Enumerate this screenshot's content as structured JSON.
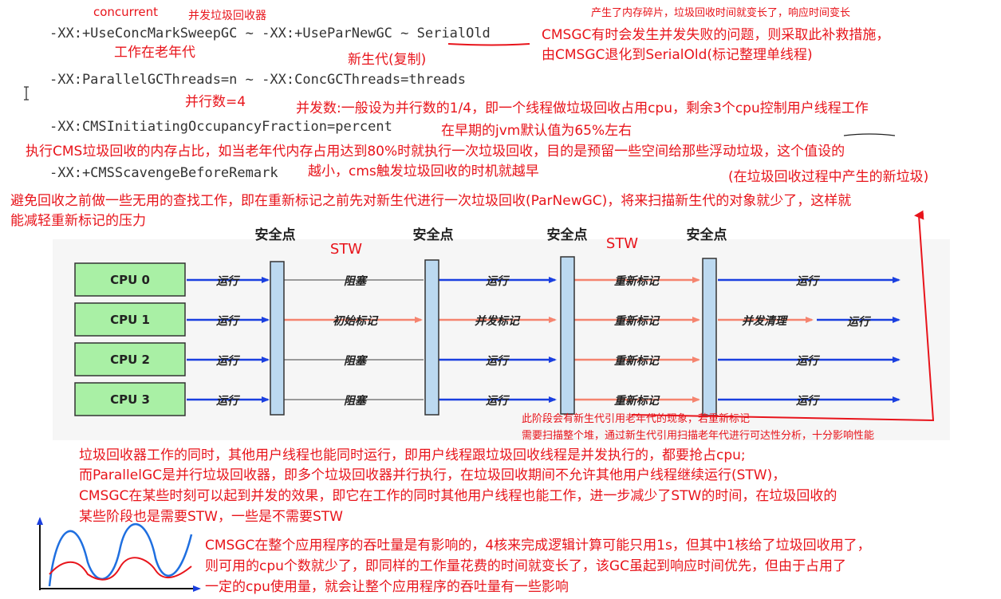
{
  "lines": {
    "l1_a": "-XX:+UseConcMarkSweepGC",
    "l1_sep1": "~",
    "l1_b": "-XX:+UseParNewGC",
    "l1_sep2": "~",
    "l1_c": "SerialOld",
    "l2_a": "-XX:ParallelGCThreads=n",
    "l2_sep": "~",
    "l2_b": "-XX:ConcGCThreads=threads",
    "l3": "-XX:CMSInitiatingOccupancyFraction=percent",
    "l4": "-XX:+CMSScavengeBeforeRemark"
  },
  "notes": {
    "concurrent": "concurrent",
    "concurrent_collector": "并发垃圾回收器",
    "old_gen": "工作在老年代",
    "young_gen": "新生代(复制)",
    "fragment": "产生了内存碎片，垃圾回收时间就变长了，响应时间变长",
    "fallback_1": "CMSGC有时会发生并发失败的问题，则采取此补救措施，",
    "fallback_2": "由CMSGC退化到SerialOld(标记整理单线程)",
    "parallel4": "并行数=4",
    "concurrency": "并发数:一般设为并行数的1/4，即一个线程做垃圾回收占用cpu，剩余3个cpu控制用户线程工作",
    "early_jvm": "在早期的jvm默认值为65%左右",
    "occupancy_1": "执行CMS垃圾回收的内存占比，如当老年代内存占用达到80%时就执行一次垃圾回收，目的是预留一些空间给那些浮动垃圾，这个值设的",
    "occupancy_2": "越小，cms触发垃圾回收的时机就越早",
    "floating": "(在垃圾回收过程中产生的新垃圾)",
    "remark_1": "避免回收之前做一些无用的查找工作，即在重新标记之前先对新生代进行一次垃圾回收(ParNewGC)，将来扫描新生代的对象就少了，这样就",
    "remark_2": "能减轻重新标记的压力",
    "remark_phase_1": "此阶段会有新生代引用老年代的现象，若重新标记",
    "remark_phase_2": "需要扫描整个堆，通过新生代引用扫描老年代进行可达性分析，十分影响性能",
    "para_1": "垃圾回收器工作的同时，其他用户线程也能同时运行，即用户线程跟垃圾回收线程是并发执行的，都要抢占cpu;",
    "para_2": "而ParallelGC是并行垃圾回收器，即多个垃圾回收器并行执行，在垃圾回收期间不允许其他用户线程继续运行(STW)，",
    "para_3": "CMSGC在某些时刻可以起到并发的效果，即它在工作的同时其他用户线程也能工作，进一步减少了STW的时间，在垃圾回收的",
    "para_4": "某些阶段也是需要STW，一些是不需要STW",
    "throughput_1": "CMSGC在整个应用程序的吞吐量是有影响的，4核来完成逻辑计算可能只用1s，但其中1核给了垃圾回收用了，",
    "throughput_2": "则可用的cpu个数就少了，即同样的工作量花费的时间就变长了，该GC虽起到响应时间优先，但由于占用了",
    "throughput_3": "一定的cpu使用量，就会让整个应用程序的吞吐量有一些影响"
  },
  "diagram": {
    "safepoint": "安全点",
    "stw": "STW",
    "cpus": [
      "CPU 0",
      "CPU 1",
      "CPU 2",
      "CPU 3"
    ],
    "seg1": [
      "运行",
      "运行",
      "运行",
      "运行"
    ],
    "seg2": [
      "阻塞",
      "初始标记",
      "阻塞",
      "阻塞"
    ],
    "seg3": [
      "运行",
      "并发标记",
      "运行",
      "运行"
    ],
    "seg4": [
      "重新标记",
      "重新标记",
      "重新标记",
      "重新标记"
    ],
    "seg5": [
      "运行",
      "并发清理",
      "运行",
      "运行"
    ],
    "seg6_cpu1": "运行",
    "colors": {
      "cpu_box": "#a9f0a5",
      "barrier": "#bcd9f0",
      "blue": "#1a3fe0",
      "salmon": "#f5846f",
      "gray": "#9a9a9a",
      "red": "#e8141b"
    }
  }
}
